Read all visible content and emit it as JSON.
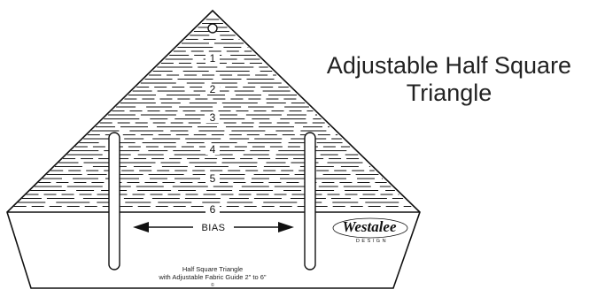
{
  "title": {
    "line1": "Adjustable Half Square",
    "line2": "Triangle"
  },
  "ruler": {
    "numbers": [
      "1",
      "2",
      "3",
      "4",
      "5",
      "6"
    ],
    "bias_label": "BIAS",
    "product_line1": "Half Square Triangle",
    "product_line2": "with Adjustable Fabric Guide 2\" to 6\"",
    "copyright": "©"
  },
  "logo": {
    "name": "Westalee",
    "tagline": "DESIGN"
  },
  "colors": {
    "ink": "#111111",
    "background": "#ffffff"
  }
}
